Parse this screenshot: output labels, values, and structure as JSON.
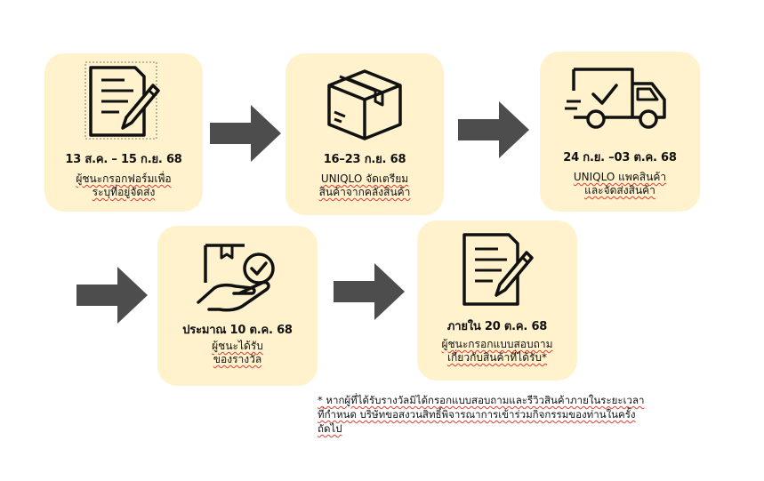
{
  "steps": [
    {
      "date": "13 ส.ค. – 15 ก.ย. 68",
      "desc_line1": "ผู้ชนะกรอกฟอร์มเพื่อ",
      "desc_line2": "ระบุที่อยู่จัดส่ง",
      "icon": "form-pencil-icon"
    },
    {
      "date": "16–23 ก.ย. 68",
      "desc_line1": "UNIQLO จัดเตรียม",
      "desc_line2": "สินค้าจากคลังสินค้า",
      "icon": "box-icon"
    },
    {
      "date": "24 ก.ย. –03 ต.ค. 68",
      "desc_line1": "UNIQLO แพคสินค้า",
      "desc_line2": "และจัดส่งสินค้า",
      "icon": "delivery-truck-icon"
    },
    {
      "date": "ประมาณ 10 ต.ค. 68",
      "desc_line1": "ผู้ชนะได้รับ",
      "desc_line2": "ของรางวัล",
      "icon": "package-received-icon"
    },
    {
      "date": "ภายใน 20 ต.ค. 68",
      "desc_line1": "ผู้ชนะกรอกแบบสอบถาม",
      "desc_line2": "เกี่ยวกับสินค้าที่ได้รับ*",
      "icon": "survey-pencil-icon"
    }
  ],
  "footnote": {
    "line1": "* หากผู้ที่ได้รับรางวัลมิได้กรอกแบบสอบถามและรีวิวสินค้าภายในระยะเวลา",
    "line2": "ที่กำหนด บริษัทขอสงวนสิทธิ์พิจารณาการเข้าร่วมกิจกรรมของท่านในครั้ง",
    "line3": "ถัดไป"
  },
  "colors": {
    "card_bg": "#fff2cc",
    "arrow": "#4d4d4d",
    "underline": "#e53935"
  }
}
